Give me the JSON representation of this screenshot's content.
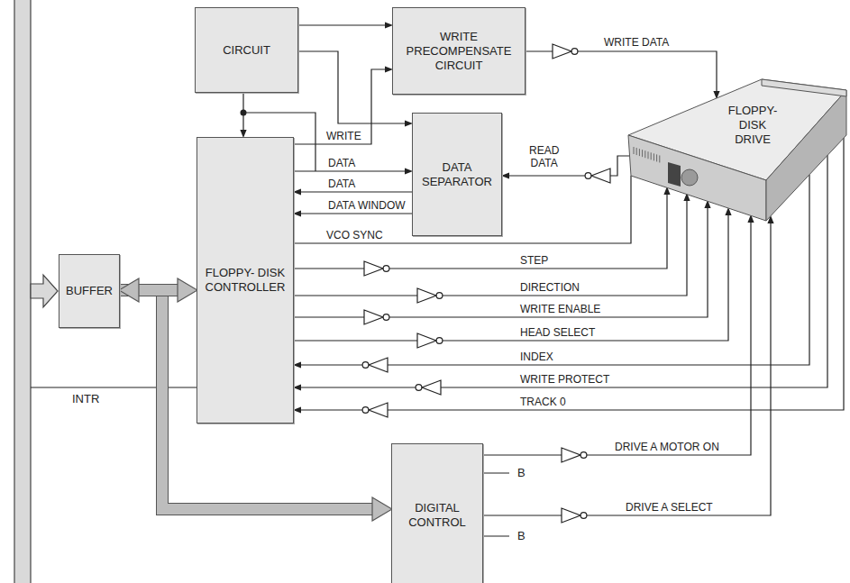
{
  "diagram": {
    "nodes": [
      {
        "text": [
          "CIRCUIT"
        ]
      },
      {
        "text": [
          "WRITE PRECOMPENSATE CIRCUIT"
        ]
      },
      {
        "text": [
          "DATA SEPARATOR"
        ]
      },
      {
        "text": [
          "FLOPPY- DISK CONTROLLER"
        ]
      },
      {
        "text": [
          "BUFFER"
        ]
      },
      {
        "text": [
          "DIGITAL CONTROL"
        ]
      },
      {
        "text": [
          "FLOPPY- DISK DRIVE"
        ]
      }
    ],
    "edges": [
      {
        "from": 0,
        "to": 1,
        "arrow": "to"
      },
      {
        "from": 0,
        "to": 3,
        "arrow": "to"
      },
      {
        "from": 0,
        "to": 2,
        "arrow": "to"
      },
      {
        "from": 3,
        "to": 1,
        "label": "WRITE",
        "arrow": "to"
      },
      {
        "from": 1,
        "to": 6,
        "label": "WRITE DATA",
        "arrow": "to"
      },
      {
        "from": 3,
        "to": 2,
        "label": "DATA",
        "arrow": "to"
      },
      {
        "from": 6,
        "to": 2,
        "label": "READ DATA",
        "arrow": "to"
      },
      {
        "from": 2,
        "to": 3,
        "label": "DATA",
        "arrow": "to"
      },
      {
        "from": 2,
        "to": 3,
        "label": "DATA WINDOW",
        "arrow": "to"
      },
      {
        "from": 3,
        "to": 6,
        "label": "VCO SYNC",
        "arrow": "none"
      },
      {
        "from": 3,
        "to": 6,
        "label": "STEP",
        "arrow": "to"
      },
      {
        "from": 3,
        "to": 6,
        "label": "DIRECTION",
        "arrow": "to"
      },
      {
        "from": 3,
        "to": 6,
        "label": "WRITE ENABLE",
        "arrow": "to"
      },
      {
        "from": 3,
        "to": 6,
        "label": "HEAD SELECT",
        "arrow": "to"
      },
      {
        "from": 6,
        "to": 3,
        "label": "INDEX",
        "arrow": "to"
      },
      {
        "from": 6,
        "to": 3,
        "label": "WRITE PROTECT",
        "arrow": "to"
      },
      {
        "from": 6,
        "to": 3,
        "label": "TRACK 0",
        "arrow": "to"
      },
      {
        "from": 4,
        "to": 3,
        "arrow": "both"
      },
      {
        "from": 4,
        "to": 5,
        "arrow": "to"
      },
      {
        "from": 5,
        "to": 6,
        "label": "DRIVE A MOTOR ON",
        "arrow": "to"
      },
      {
        "from": 5,
        "to": 6,
        "label": "DRIVE A SELECT",
        "arrow": "to"
      }
    ],
    "labels": [
      "INTR",
      "B",
      "B"
    ]
  }
}
